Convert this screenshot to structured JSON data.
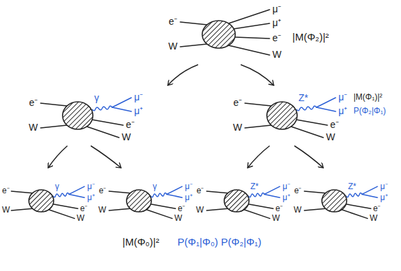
{
  "diagram": {
    "labels": [
      "e⁻",
      "W",
      "μ⁻",
      "μ⁺",
      "e⁻",
      "W",
      "|M(Φ₂)|²",
      "e⁻",
      "W",
      "γ",
      "μ⁻",
      "μ⁺",
      "e⁻",
      "W",
      "e⁻",
      "W",
      "Z*",
      "μ⁻",
      "μ⁺",
      "e⁻",
      "W",
      "|M(Φ₁)|²",
      "P(Φ₂|Φ₁)",
      "e⁻",
      "W",
      "γ",
      "μ⁻",
      "μ⁺",
      "e⁻",
      "W",
      "e⁻",
      "W",
      "γ",
      "μ⁻",
      "μ⁺",
      "e⁻",
      "W",
      "e⁻",
      "W",
      "Z*",
      "μ⁻",
      "μ⁺",
      "e⁻",
      "W",
      "e⁻",
      "W",
      "Z*",
      "μ⁻",
      "μ⁺",
      "e⁻",
      "W",
      "|M(Φ₀)|²",
      "P(Φ₁|Φ₀) P(Φ₂|Φ₁)"
    ]
  }
}
